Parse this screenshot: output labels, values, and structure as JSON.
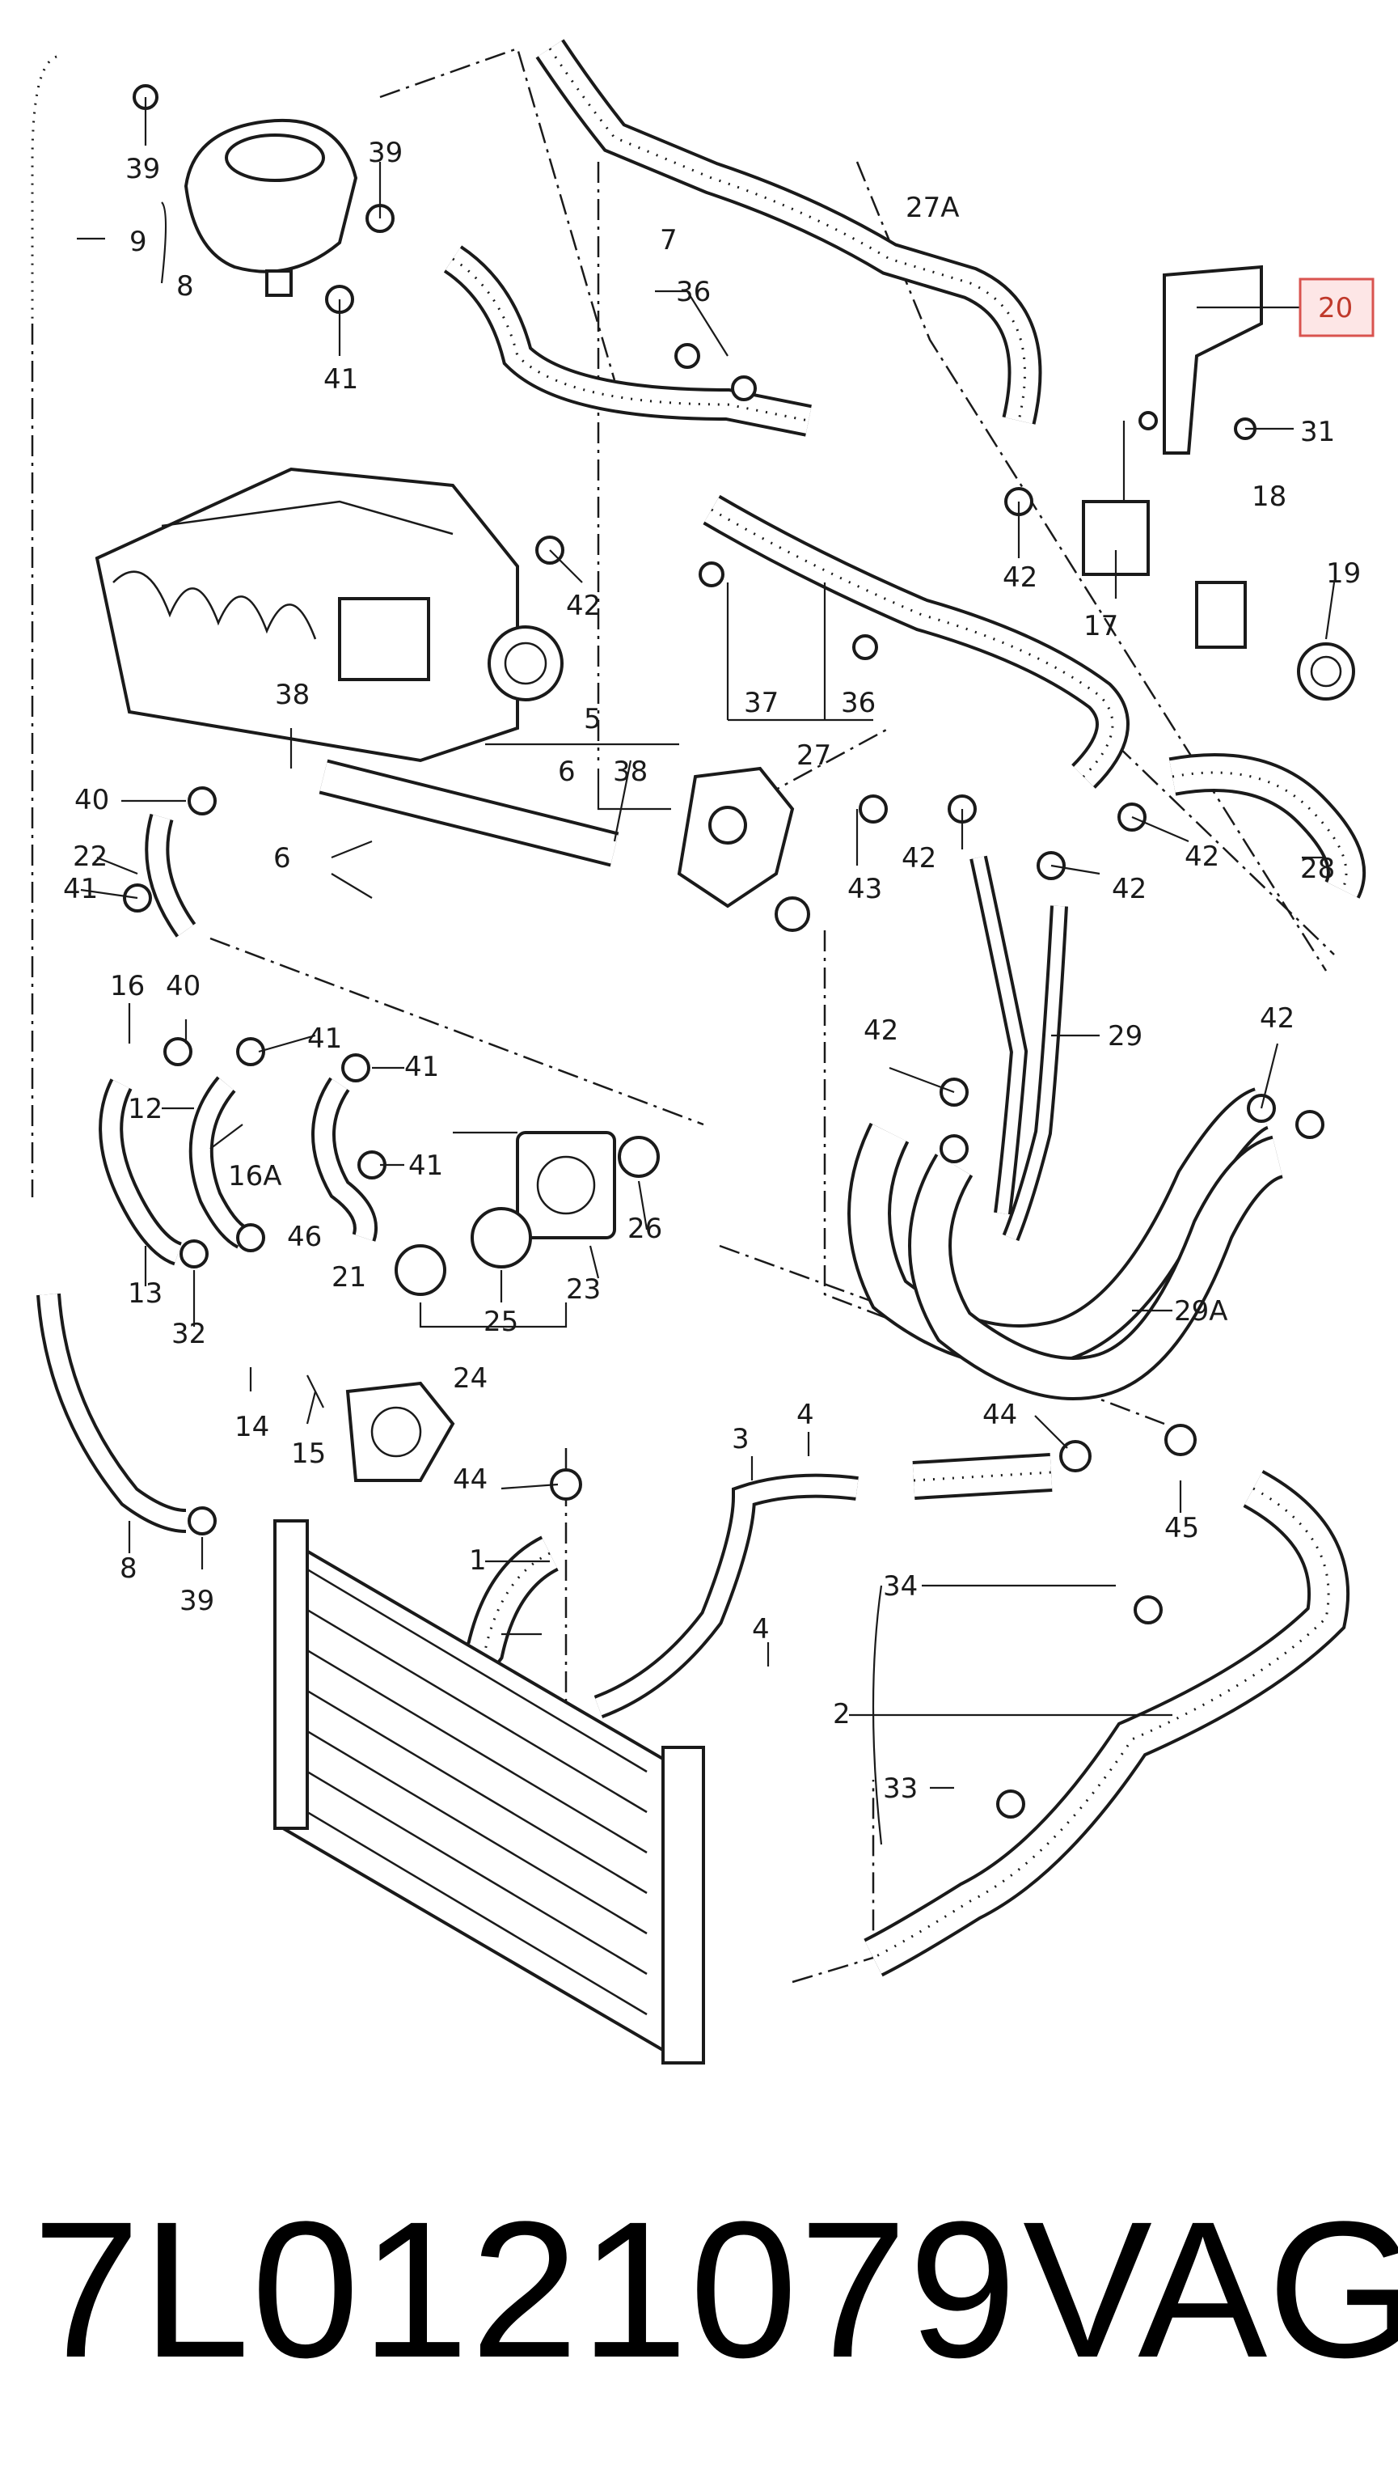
{
  "diagram": {
    "labels": {
      "l1": "1",
      "l2": "2",
      "l3": "3",
      "l4a": "4",
      "l4b": "4",
      "l5": "5",
      "l6a": "6",
      "l6b": "6",
      "l7": "7",
      "l8a": "8",
      "l8b": "8",
      "l9": "9",
      "l12": "12",
      "l13": "13",
      "l14": "14",
      "l15": "15",
      "l16": "16",
      "l16a": "16A",
      "l17": "17",
      "l18": "18",
      "l19": "19",
      "l20": "20",
      "l21": "21",
      "l22": "22",
      "l23": "23",
      "l24": "24",
      "l25": "25",
      "l26": "26",
      "l27": "27",
      "l27a": "27A",
      "l28": "28",
      "l29": "29",
      "l29a": "29A",
      "l31": "31",
      "l32": "32",
      "l33": "33",
      "l34": "34",
      "l36a": "36",
      "l36b": "36",
      "l37": "37",
      "l38a": "38",
      "l38b": "38",
      "l39a": "39",
      "l39b": "39",
      "l39c": "39",
      "l40a": "40",
      "l40b": "40",
      "l41a": "41",
      "l41b": "41",
      "l41c": "41",
      "l41d": "41",
      "l41e": "41",
      "l42a": "42",
      "l42b": "42",
      "l42c": "42",
      "l42d": "42",
      "l42e": "42",
      "l42f": "42",
      "l42g": "42",
      "l43": "43",
      "l44a": "44",
      "l44b": "44",
      "l45": "45",
      "l46": "46"
    },
    "highlighted_label": "20",
    "highlight_color": "#d9534f"
  },
  "footer": {
    "part_number": "7L0121079",
    "brand": "VAG"
  }
}
